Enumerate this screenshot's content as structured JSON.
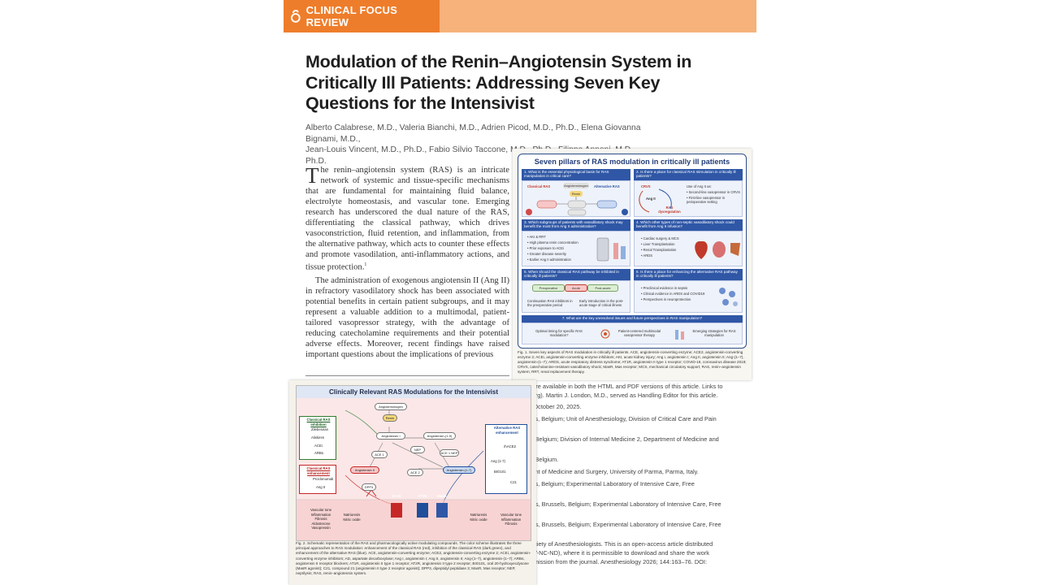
{
  "header": {
    "section": "CLINICAL FOCUS REVIEW"
  },
  "article": {
    "title": "Modulation of the Renin–Angiotensin System in Critically Ill Patients: Addressing Seven Key Questions for the Intensivist",
    "authors_line1": "Alberto Calabrese, M.D., Valeria Bianchi, M.D., Adrien Picod, M.D., Ph.D., Elena Giovanna Bignami, M.D.,",
    "authors_line2": "Jean-Louis Vincent, M.D., Ph.D., Fabio Silvio Taccone, M.D., Ph.D., Filippo Annoni, M.D., Ph.D.",
    "drop_cap": "T",
    "para1_rest": "he renin–angiotensin system (RAS) is an intricate network of systemic and tissue-specific mechanisms that are fundamental for maintaining fluid balance, electrolyte homeostasis, and vascular tone. Emerging research has underscored the dual nature of the RAS, differentiating the classical pathway, which drives vasoconstriction, fluid retention, and inflammation, from the alternative pathway, which acts to counter these effects and promote vasodilation, anti-inflammatory actions, and tissue protection.",
    "para1_ref": "1",
    "para2": "The administration of exogenous angiotensin II (Ang II) in refractory vasodilatory shock has been associated with potential benefits in certain patient subgroups, and it may represent a valuable addition to a multimodal, patient-tailored vasopressor strategy, with the advantage of reducing catecholamine requirements and their potential adverse effects. Moreover, recent findings have raised important questions about the implications of previous"
  },
  "notes": [
    "thor and are available in both the HTML and PDF versions of this article. Links to",
    "esiology.org). Martin J. London, M.D., served as Handling Editor for this article.",
    "e first on October 20, 2025.",
    "s, Brussels, Belgium; Unit of Anesthesiology, Division of Critical Care and Pain",
    "Brussels, Belgium; Division of Internal Medicine 2, Department of Medicine and",
    "Brussels, Belgium.",
    "Department of Medicine and Surgery, University of Parma, Parma, Italy.",
    "s, Brussels, Belgium; Experimental Laboratory of Intensive Care, Free",
    "of Brussels, Brussels, Belgium; Experimental Laboratory of Intensive Care, Free",
    "of Brussels, Brussels, Belgium; Experimental Laboratory of Intensive Care, Free",
    "erican Society of Anesthesiologists. This is an open-access article distributed",
    "4.0 (CCBY-NC-ND), where it is permissible to download and share the work",
    "ithout permission from the journal. Anesthesiology 2026; 144:163–76. DOI:"
  ],
  "figure1": {
    "title": "Seven pillars of RAS modulation in critically ill patients",
    "q1": "1. What is the essential physiological basis for RAS manipulation in critical care?",
    "q2": "2. Is there a place for classical RAS stimulation in critically ill patients?",
    "q3": "3. Which subgroups of patients with vasodilatory shock may benefit the most from Ang II administration?",
    "q4": "4. Which other types of non-septic vasodilatory shock could benefit from Ang II infusion?",
    "q5": "5. When should the classical RAS pathway be inhibited in critically ill patients?",
    "q6": "6. Is there a place for enhancing the alternative RAS pathway in critically ill patients?",
    "q7": "7. What are the key unresolved issues and future perspectives in RAS manipulation?",
    "classical": "Classical RAS",
    "alternative": "Alternative RAS",
    "angiotensinogen": "Angiotensinogen",
    "renin": "Renin",
    "crvs": "CRVS",
    "ang2": "Ang II",
    "ras_dysreg": "RAS dysregulation",
    "use_title": "Use of Ang II as:",
    "use1": "Second-line vasopressor in CRVS",
    "use2": "First-line vasopressor in perioperative setting",
    "q3_items": [
      "AKI & RRT",
      "High plasma renin concentration",
      "Prior exposure to ACEi",
      "Greater disease severity",
      "Earlier Ang II administration"
    ],
    "q4_items": [
      "Cardiac surgery & MCS",
      "Liver Transplantation",
      "Renal Transplantation",
      "ARDS"
    ],
    "phases": [
      "Preoperative",
      "Acute",
      "Post-acute"
    ],
    "q5_left": "Continuation RAS inhibitors in the preoperative period",
    "q5_right": "Early introduction in the post-acute stage of critical illness",
    "q6_items": [
      "Preclinical evidence in sepsis",
      "Clinical evidence in ARDS and COVID19",
      "Perspectives in neuroprotection"
    ],
    "q7_items": [
      "Optimal timing for specific RAS modulation?",
      "Patient-centered multimodal vasopressor therapy",
      "Emerging strategies for RAS manipulation"
    ],
    "caption": "Fig. 1. Seven key aspects of RAS modulation in critically ill patients. ACE, angiotensin-converting enzyme; ACE2, angiotensin-converting enzyme 2; ACEi, angiotensin-converting enzyme inhibitors; AKI, acute kidney injury; Ang I, angiotensin I; Ang II, angiotensin II; Ang-(1–7), angiotensin-(1–7); ARDS, acute respiratory distress syndrome; AT1R, angiotensin II type 1 receptor; COVID-19, coronavirus disease 2019; CRVS, catecholamine-resistant vasodilatory shock; MasR, Mas receptor; MCS, mechanical circulatory support; RAS, renin–angiotensin system; RRT, renal replacement therapy."
  },
  "figure2": {
    "title": "Clinically Relevant RAS Modulations for the Intensivist",
    "inhibition_title": "Classical RAS inhibition",
    "inhibitors": [
      "Zilebesiran",
      "Aliskiren",
      "ACEi",
      "ARBs"
    ],
    "enhancement_title": "Classical RAS enhancement",
    "enhancers": [
      "Proclonumab",
      "Ang II"
    ],
    "alt_title": "Alternative RAS enhancement",
    "alt_items": [
      "rhACE2",
      "Ang (1-7)",
      "BIO101",
      "C21"
    ],
    "nodes": [
      "Angiotensinogen",
      "Renin",
      "Angiotensin I",
      "Angiotensin-(1-9)",
      "NEP",
      "ACE 1",
      "ACE 2",
      "ACE 1 NEP",
      "Angiotensin II",
      "Angiotensin-(1-7)",
      "DPP3",
      "AT1R",
      "AT2R",
      "MasR"
    ],
    "effects_left": [
      "Vascular tone",
      "Inflammation",
      "Fibrosis",
      "Aldosterone",
      "Vasopressin"
    ],
    "effects_left_mid": [
      "Natriuresis",
      "Nitric oxide"
    ],
    "effects_right_mid": [
      "Natriuresis",
      "Nitric oxide"
    ],
    "effects_right": [
      "Vascular tone",
      "Inflammation",
      "Fibrosis"
    ],
    "caption": "Fig. 2. Schematic representation of the RAS and pharmacologically active modulating compounds. The color scheme illustrates the three principal approaches to RAS modulation: enhancement of the classical RAS (red), inhibition of the classical RAS (dark green), and enhancement of the alternative RAS (blue). ACE, angiotensin-converting enzyme; ACE2, angiotensin-converting enzyme 2; ACEi, angiotensin-converting enzyme inhibitors; AD, aspartate decarboxylase; Ang I, angiotensin I; Ang II, angiotensin II; Ang-(1–7), angiotensin-(1–7); ARBs, angiotensin II receptor blockers; AT1R, angiotensin II type 1 receptor; AT2R, angiotensin II type 2 receptor; BIO101, oral 20-hydroxyecdysone (MasR agonist); C21, compound 21 (angiotensin II type 2 receptor agonist); DPP3, dipeptidyl peptidase 3; MasR, Mas receptor; NEP, neprilysin; RAS, renin–angiotensin system."
  },
  "colors": {
    "banner_dark": "#ee7d2b",
    "banner_light": "#f6b27a",
    "fig_blue": "#2f57a6"
  }
}
